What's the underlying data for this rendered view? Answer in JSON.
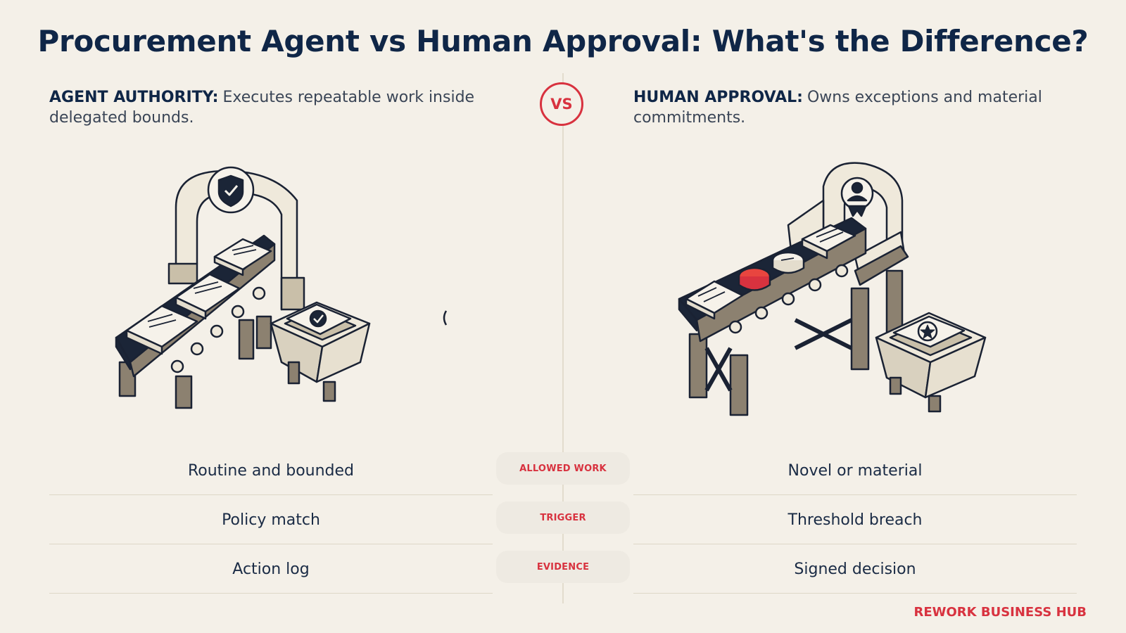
{
  "title": "Procurement Agent vs Human Approval: What's the Difference?",
  "vs_label": "VS",
  "left": {
    "label": "AGENT AUTHORITY:",
    "description": "Executes repeatable work inside delegated bounds.",
    "rows": [
      "Routine and bounded",
      "Policy match",
      "Action log"
    ]
  },
  "right": {
    "label": "HUMAN APPROVAL:",
    "description": "Owns exceptions and material commitments.",
    "rows": [
      "Novel or material",
      "Threshold breach",
      "Signed decision"
    ]
  },
  "criteria": [
    "ALLOWED WORK",
    "TRIGGER",
    "EVIDENCE"
  ],
  "brand": "REWORK BUSINESS HUB",
  "colors": {
    "background": "#f4f0e8",
    "navy": "#0f2647",
    "accent_red": "#d8323f",
    "frame_tan": "#8c8170",
    "cream": "#efe9db"
  },
  "icons": {
    "left_gate": "shield-check-icon",
    "right_gate": "person-award-icon",
    "left_bin": "check-circle-icon",
    "right_bin": "star-seal-icon"
  }
}
